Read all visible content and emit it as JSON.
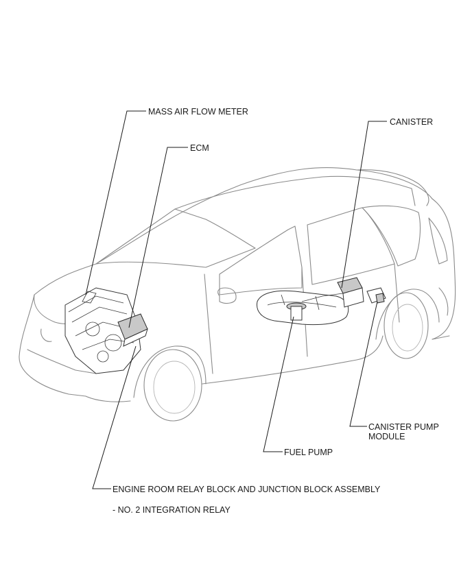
{
  "labels": {
    "mass_air_flow_meter": "MASS AIR FLOW METER",
    "ecm": "ECM",
    "canister": "CANISTER",
    "canister_pump_module_line1": "CANISTER PUMP",
    "canister_pump_module_line2": "MODULE",
    "fuel_pump": "FUEL PUMP",
    "engine_room_relay_block": "ENGINE ROOM RELAY BLOCK AND JUNCTION BLOCK ASSEMBLY",
    "integration_relay": "- NO. 2 INTEGRATION RELAY"
  }
}
